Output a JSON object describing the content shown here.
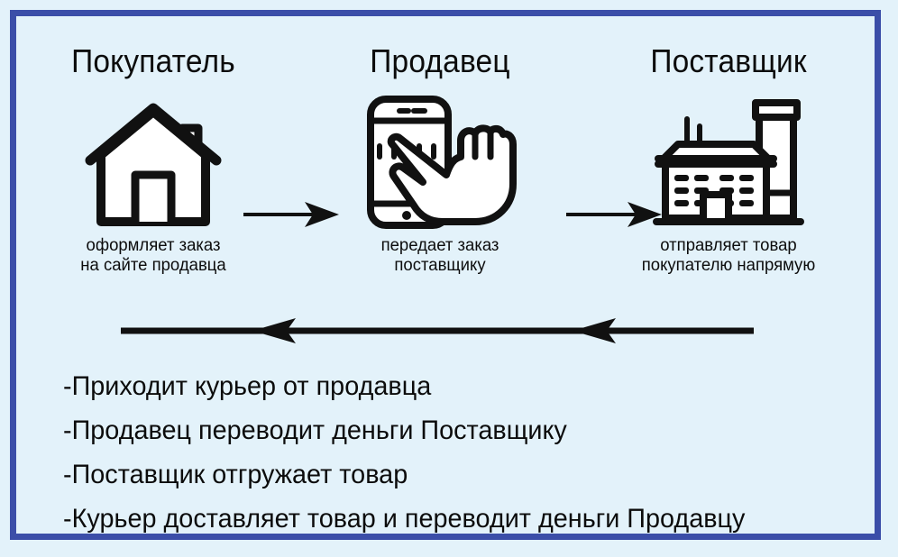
{
  "theme": {
    "background_color": "#e3f2fa",
    "border_color": "#3b4ea8",
    "text_color": "#0c0c0c",
    "icon_stroke_color": "#111111",
    "icon_fill_color": "#ffffff"
  },
  "actors": [
    {
      "title": "Покупатель",
      "icon": "house-icon",
      "caption": "оформляет заказ\nна сайте продавца"
    },
    {
      "title": "Продавец",
      "icon": "smartphone-tap-icon",
      "caption": "передает заказ\nпоставщику"
    },
    {
      "title": "Поставщик",
      "icon": "factory-icon",
      "caption": "отправляет товар\nпокупателю напрямую"
    }
  ],
  "flow_arrows": [
    {
      "name": "arrow-buyer-to-seller",
      "direction": "right"
    },
    {
      "name": "arrow-seller-to-supplier",
      "direction": "right"
    }
  ],
  "return_arrow": {
    "name": "return-arrow-supplier-to-buyer",
    "direction": "left"
  },
  "bullets": [
    "-Приходит курьер от продавца",
    "-Продавец переводит деньги Поставщику",
    "-Поставщик отгружает товар",
    "-Курьер доставляет товар и переводит деньги Продавцу"
  ]
}
